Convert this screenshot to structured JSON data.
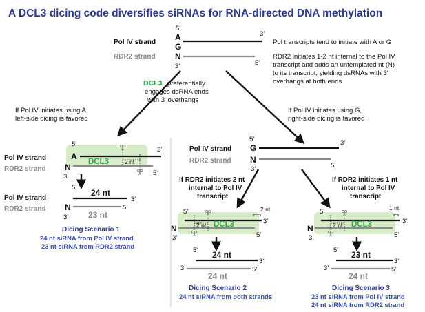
{
  "title": "A DCL3 dicing code diversifies siRNAs for RNA-directed DNA methylation",
  "top": {
    "pol4_label": "Pol IV strand",
    "rdr2_label": "RDR2 strand",
    "five_prime": "5'",
    "three_prime": "3'",
    "base_a": "A",
    "base_g": "G",
    "base_n": "N",
    "note1": "Pol transcripts tend to initiate with A or G",
    "note2": [
      "RDR2 initiates 1-2 nt internal to the Pol IV",
      "transcript and adds an untemplated nt (N)",
      "to its transcript, yielding dsRNAs with 3'",
      "overhangs at both ends"
    ]
  },
  "center_note": {
    "dcl3": "DCL3",
    "rest": "preferentially",
    "lines": [
      "engages dsRNA ends",
      "with 3' overhangs"
    ]
  },
  "left_branch": {
    "lines": [
      "If Pol IV initiates using A,",
      "left-side dicing is favored"
    ]
  },
  "right_branch": {
    "lines": [
      "If Pol IV initiates using G,",
      "right-side dicing is favored"
    ]
  },
  "scenario1": {
    "pol4_label": "Pol IV strand",
    "rdr2_label": "RDR2 strand",
    "base_a": "A",
    "base_n": "N",
    "dcl3": "DCL3",
    "two_nt": "2 nt",
    "nt24": "24 nt",
    "nt23": "23 nt",
    "title": "Dicing Scenario 1",
    "lines": [
      "24 nt siRNA from Pol IV strand",
      "23 nt siRNA from RDR2 strand"
    ]
  },
  "right_top": {
    "pol4_label": "Pol IV strand",
    "rdr2_label": "RDR2 strand",
    "base_g": "G",
    "base_n": "N"
  },
  "scenario2": {
    "header": [
      "If RDR2 initiates 2 nt",
      "internal to Pol IV",
      "transcript"
    ],
    "dcl3": "DCL3",
    "two_nt_a": "2 nt",
    "two_nt_b": "2 nt",
    "base_n": "N",
    "nt24a": "24 nt",
    "nt24b": "24 nt",
    "title": "Dicing Scenario 2",
    "lines": [
      "24 nt siRNA from both strands"
    ]
  },
  "scenario3": {
    "header": [
      "If RDR2 initiates 1 nt",
      "internal to Pol IV",
      "transcript"
    ],
    "dcl3": "DCL3",
    "one_nt": "1 nt",
    "two_nt": "2 nt",
    "base_n": "N",
    "nt23": "23 nt",
    "nt24": "24 nt",
    "title": "Dicing Scenario 3",
    "lines": [
      "23 nt siRNA from Pol IV strand",
      "24 nt siRNA from RDR2 strand"
    ]
  },
  "colors": {
    "title": "#2d3b8c",
    "dcl3": "#2aa84a",
    "dcl3_bg": "#d9ecc9",
    "rdr2": "#8a8a8a",
    "scenario": "#2d3b8c"
  }
}
